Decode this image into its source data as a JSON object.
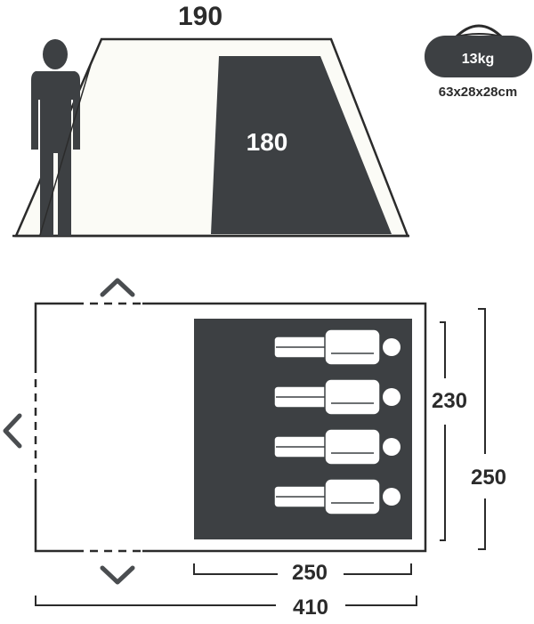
{
  "side_view": {
    "width_label": "190",
    "inner_height_label": "180"
  },
  "bag": {
    "weight_label": "13kg",
    "size_label": "63x28x28cm"
  },
  "floor_plan": {
    "bedroom_depth_label": "230",
    "total_depth_label": "250",
    "bedroom_width_label": "250",
    "total_length_label": "410",
    "sleeping_positions": 4
  },
  "colors": {
    "dark": "#3d4043",
    "light_fill": "#fbfbf6",
    "line": "#2b2b2b",
    "white": "#ffffff"
  }
}
